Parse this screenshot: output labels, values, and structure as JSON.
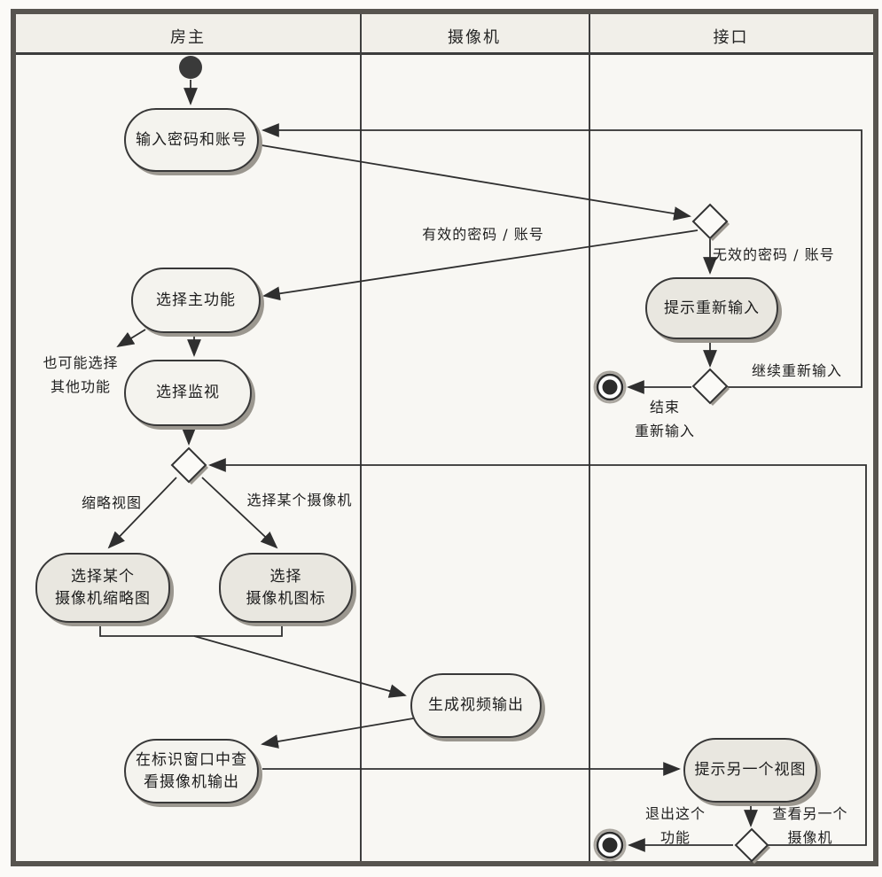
{
  "diagram_title": "camera-monitoring-activity-diagram",
  "colors": {
    "line": "#2f2f2f",
    "node_border": "#383838",
    "node_fill": "#f4f3ee",
    "node_fill_shaded": "#e9e7e0",
    "shadow": "#9b978f",
    "frame": "#57544f",
    "header_fill": "#f1efe9"
  },
  "lanes": [
    {
      "label": "房主"
    },
    {
      "label": "摄像机"
    },
    {
      "label": "接口"
    }
  ],
  "nodes": {
    "enter_password": {
      "label": "输入密码和账号"
    },
    "select_main": {
      "label": "选择主功能"
    },
    "select_monitor": {
      "label": "选择监视"
    },
    "prompt_reenter": {
      "label": "提示重新输入"
    },
    "select_thumbnail": {
      "label": "选择某个\n摄像机缩略图"
    },
    "select_icon": {
      "label": "选择\n摄像机图标"
    },
    "generate_video": {
      "label": "生成视频输出"
    },
    "view_output": {
      "label": "在标识窗口中查\n看摄像机输出"
    },
    "prompt_another_view": {
      "label": "提示另一个视图"
    }
  },
  "edge_labels": {
    "valid": "有效的密码 / 账号",
    "invalid": "无效的密码 / 账号",
    "continue_reenter": "继续重新输入",
    "end_reenter": "结束\n重新输入",
    "maybe_other": "也可能选择\n其他功能",
    "thumbnail_view": "缩略视图",
    "select_camera": "选择某个摄像机",
    "exit_function": "退出这个\n功能",
    "view_another": "查看另一个\n摄像机"
  }
}
